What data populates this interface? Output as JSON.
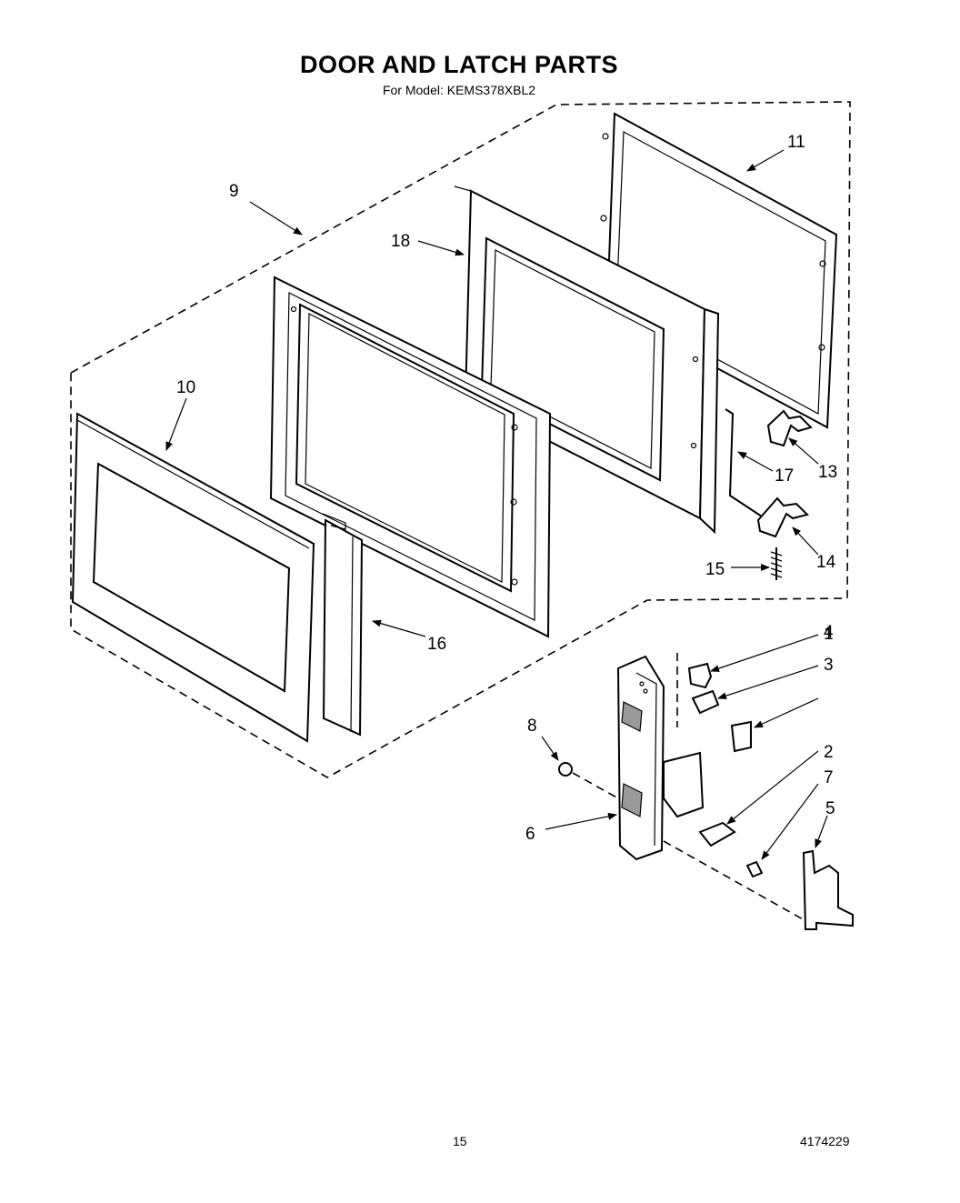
{
  "title": "DOOR AND LATCH PARTS",
  "subtitle": "For Model: KEMS378XBL2",
  "page_number": "15",
  "doc_number": "4174229",
  "callouts": [
    "1",
    "2",
    "3",
    "4",
    "5",
    "6",
    "7",
    "8",
    "9",
    "10",
    "11",
    "13",
    "14",
    "15",
    "16",
    "17",
    "18"
  ]
}
